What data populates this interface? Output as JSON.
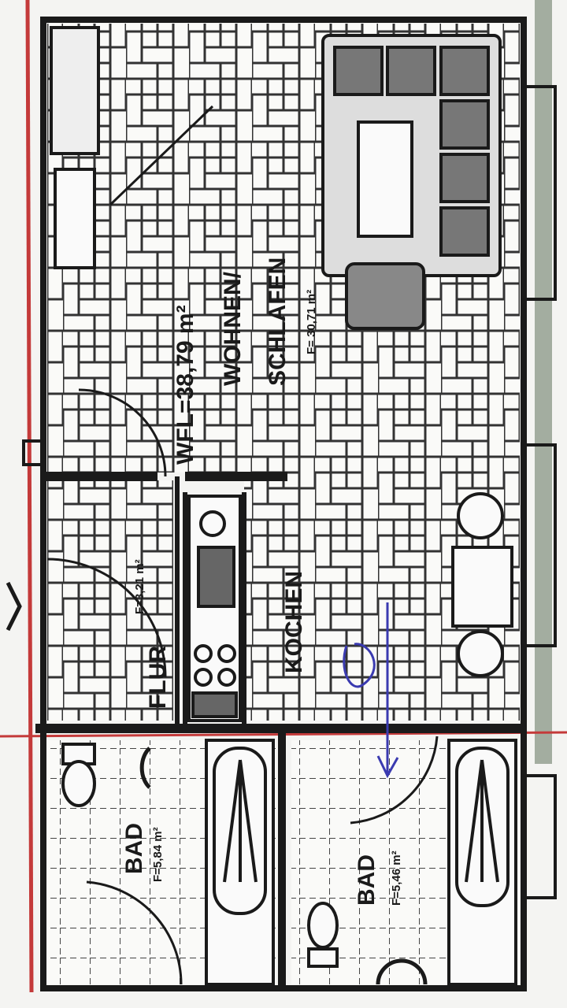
{
  "plan": {
    "total_area": "WFL=38,79 m²",
    "rooms": {
      "living": {
        "name_line1": "WOHNEN/",
        "name_line2": "SCHLAFEN",
        "area": "F= 30,71 m²"
      },
      "hall": {
        "name": "FLUR",
        "area": "F=3,21 m²"
      },
      "kitchen": {
        "name": "KOCHEN"
      },
      "bath1": {
        "name": "BAD",
        "area": "F=5,84 m²"
      },
      "bath2": {
        "name": "BAD",
        "area": "F=5,46 m²"
      }
    }
  },
  "colors": {
    "wall": "#1a1a1a",
    "paper": "#f4f4f2",
    "red_marker": "#c43a3a",
    "blue_pen": "#3a3ab0",
    "green_edge": "#6f7f6a"
  }
}
